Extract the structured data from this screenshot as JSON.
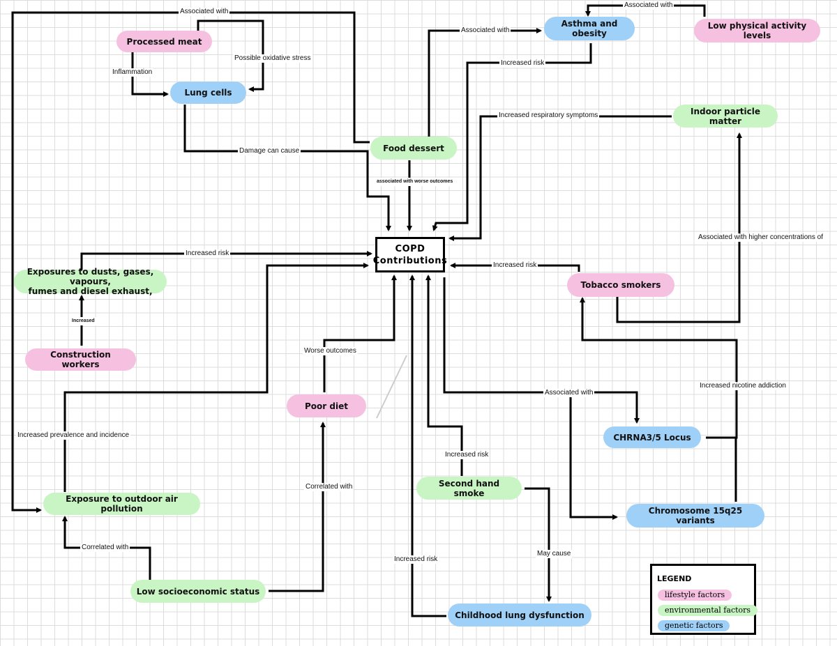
{
  "center": {
    "line1": "COPD",
    "line2": "Contributions"
  },
  "nodes": {
    "processed_meat": "Processed meat",
    "lung_cells": "Lung cells",
    "food_dessert": "Food dessert",
    "asthma_obesity": "Asthma and obesity",
    "low_physical_activity": "Low physical activity levels",
    "indoor_particle": "Indoor particle matter",
    "tobacco_smokers": "Tobacco smokers",
    "exposures_dusts_line1": "Exposures to dusts, gases, vapours,",
    "exposures_dusts_line2": "fumes and diesel exhaust,",
    "construction_workers": "Construction workers",
    "poor_diet": "Poor diet",
    "outdoor_air": "Exposure to outdoor air pollution",
    "low_ses": "Low socioeconomic status",
    "second_hand_smoke": "Second hand smoke",
    "childhood_lung": "Childhood lung dysfunction",
    "chrna": "CHRNA3/5 Locus",
    "chromosome": "Chromosome 15q25 variants"
  },
  "edge_labels": {
    "associated_with_top": "Associated with",
    "inflammation": "Inflammation",
    "oxidative_stress": "Possible oxidative stress",
    "damage_can_cause": "Damage can cause",
    "associated_worse": "associated with worse outcomes",
    "associated_with_asthma": "Associated with",
    "associated_with_low_pa": "Associated with",
    "increased_risk_asthma": "Increased risk",
    "increased_resp": "Increased respiratory symptoms",
    "associated_higher": "Associated with higher concentrations of",
    "increased_risk_tobacco": "Increased risk",
    "increased_risk_dusts": "Increased risk",
    "increased_small": "Increased",
    "worse_outcomes": "Worse outcomes",
    "increased_prevalence": "Increased prevalence and incidence",
    "correlated_poor_diet": "Correlated with",
    "correlated_outdoor": "Correlated with",
    "associated_with_chrna": "Associated with",
    "increased_nicotine": "Increased nicotine addiction",
    "increased_risk_shs": "Increased risk",
    "may_cause": "May cause",
    "increased_risk_childhood": "Increased risk"
  },
  "legend": {
    "title": "LEGEND",
    "lifestyle": "lifestyle factors",
    "environmental": "environmental factors",
    "genetic": "genetic factors"
  },
  "colors": {
    "lifestyle": "#f6c1e1",
    "environmental": "#c9f5c4",
    "genetic": "#9fd0f7"
  }
}
